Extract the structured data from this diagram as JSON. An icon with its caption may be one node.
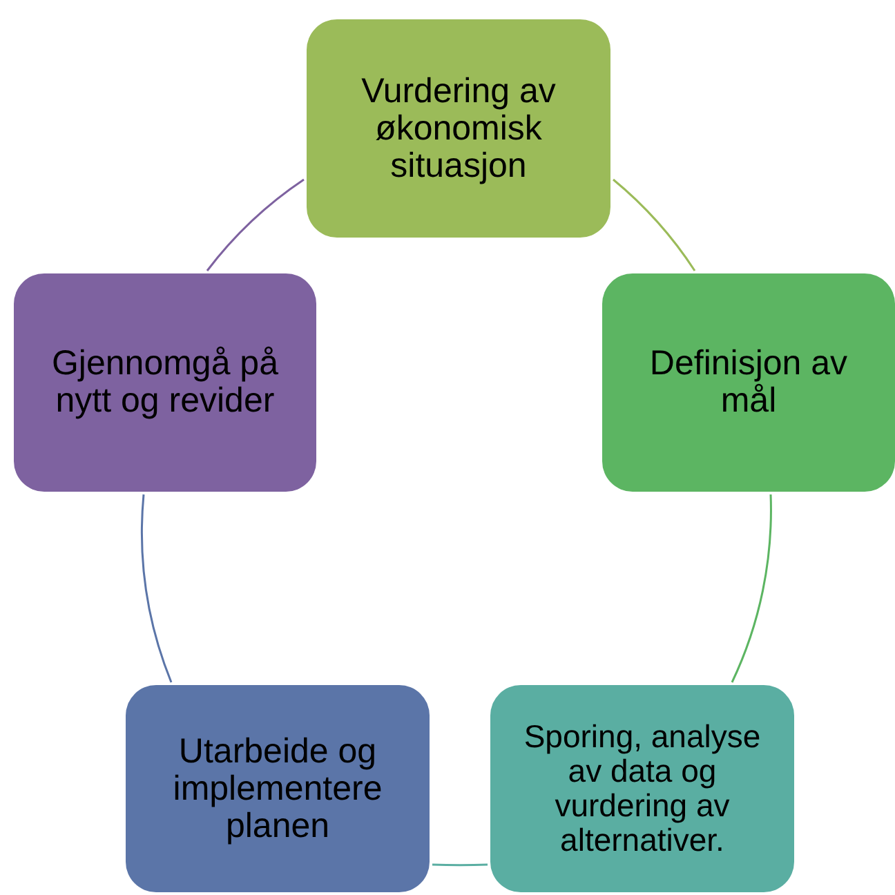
{
  "diagram": {
    "nodes": [
      {
        "text": [
          "Vurdering av økonomisk situasjon"
        ]
      },
      {
        "text": [
          "Definisjon av mål"
        ]
      },
      {
        "text": [
          "Sporing, analyse av data og vurdering av alternativer."
        ]
      },
      {
        "text": [
          "Utarbeide og implementere planen"
        ]
      },
      {
        "text": [
          "Gjennomgå på nytt og revider"
        ]
      }
    ],
    "edges": [
      {
        "from": 0,
        "to": 1,
        "arrow": "none",
        "color": "#9bbb59"
      },
      {
        "from": 1,
        "to": 2,
        "arrow": "none",
        "color": "#5cb562"
      },
      {
        "from": 2,
        "to": 3,
        "arrow": "none",
        "color": "#5aaea2"
      },
      {
        "from": 3,
        "to": 4,
        "arrow": "none",
        "color": "#5b75a8"
      },
      {
        "from": 4,
        "to": 0,
        "arrow": "none",
        "color": "#7e62a0"
      }
    ]
  }
}
